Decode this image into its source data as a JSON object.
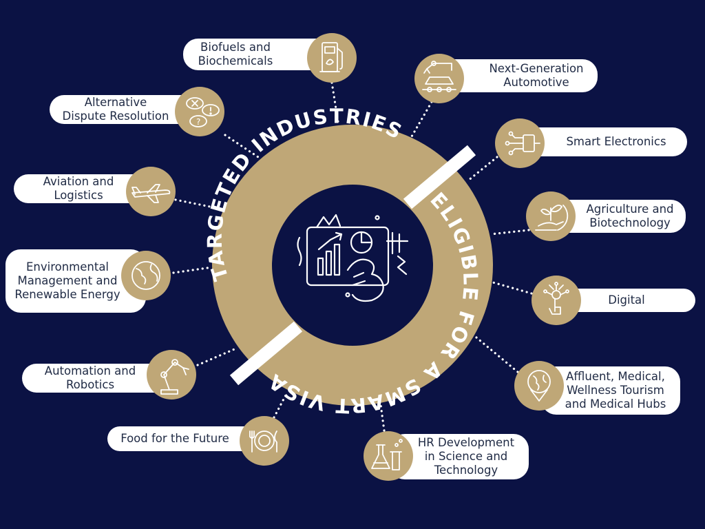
{
  "center": {
    "title_top": "TARGETED INDUSTRIES",
    "title_bottom": "ELIGIBLE FOR A SMART VISA",
    "center_icon": "analytics-dashboard-icon"
  },
  "colors": {
    "background": "#0b1244",
    "gold": "#bfa777",
    "pill": "#ffffff",
    "text": "#1f2a44"
  },
  "industries": [
    {
      "label": "Biofuels and\nBiochemicals",
      "icon": "fuel-pump-leaf-icon"
    },
    {
      "label": "Next-Generation\nAutomotive",
      "icon": "robot-car-assembly-icon"
    },
    {
      "label": "Smart Electronics",
      "icon": "circuit-icon"
    },
    {
      "label": "Agriculture and\nBiotechnology",
      "icon": "plant-hand-icon"
    },
    {
      "label": "Digital",
      "icon": "digital-touch-icon"
    },
    {
      "label": "Affluent, Medical,\nWellness Tourism\nand Medical Hubs",
      "icon": "globe-location-icon"
    },
    {
      "label": "HR Development\nin Science and\nTechnology",
      "icon": "lab-flask-icon"
    },
    {
      "label": "Food for the Future",
      "icon": "plate-cutlery-icon"
    },
    {
      "label": "Automation and\nRobotics",
      "icon": "robot-arm-icon"
    },
    {
      "label": "Environmental\nManagement and\nRenewable Energy",
      "icon": "earth-globe-icon"
    },
    {
      "label": "Aviation and\nLogistics",
      "icon": "airplane-icon"
    },
    {
      "label": "Alternative\nDispute Resolution",
      "icon": "speech-bubbles-icon"
    }
  ]
}
